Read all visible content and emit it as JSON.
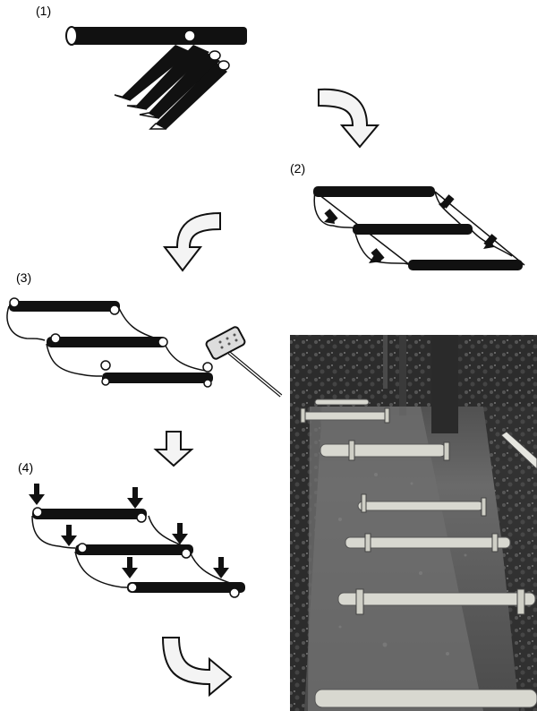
{
  "steps": [
    {
      "label": "(1)"
    },
    {
      "label": "(2)"
    },
    {
      "label": "(3)"
    },
    {
      "label": "(4)"
    }
  ],
  "colors": {
    "ink": "#111111",
    "arrow_fill": "#f4f4f4",
    "photo_dark": "#2a2a2a",
    "photo_mid": "#5a5a5a",
    "log_light": "#d8d8d0"
  },
  "icons": [
    "curved-arrow-icon",
    "down-arrow-icon",
    "hammer-icon",
    "stake-arrow-icon"
  ]
}
